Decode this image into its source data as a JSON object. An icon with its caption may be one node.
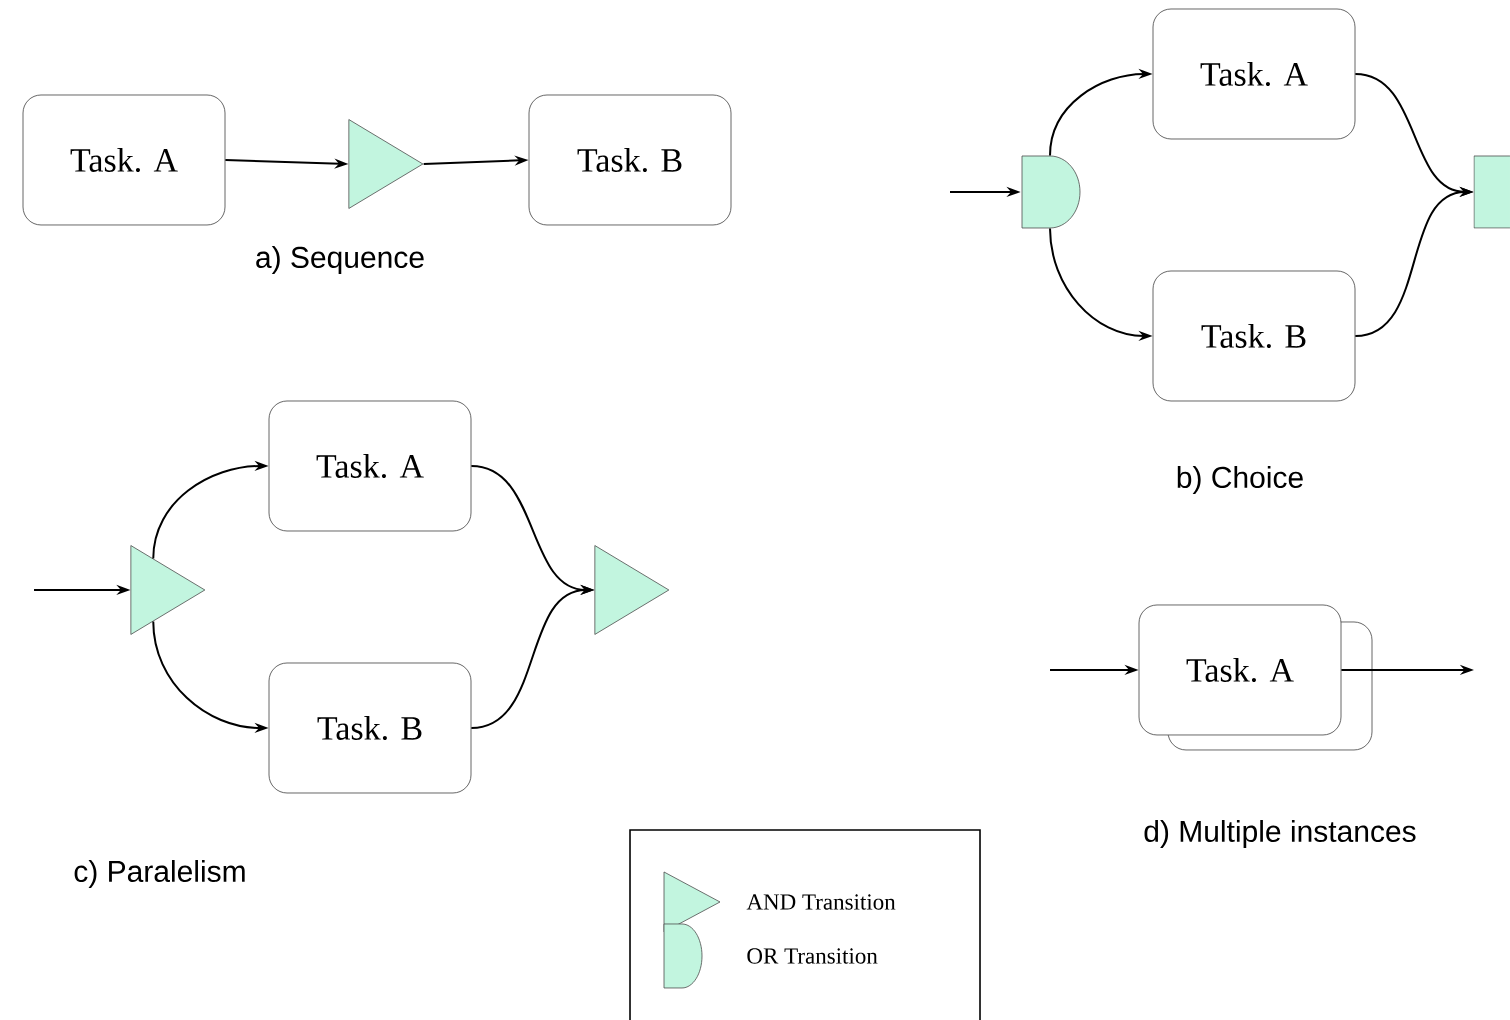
{
  "diagram": {
    "nodes": [
      {
        "text": [
          "Task. A"
        ]
      },
      {
        "text": [],
        "shape": "triangle"
      },
      {
        "text": [
          "Task. B"
        ]
      },
      {
        "text": [],
        "shape": "semicircle"
      },
      {
        "text": [
          "Task. A"
        ]
      },
      {
        "text": [
          "Task. B"
        ]
      },
      {
        "text": [],
        "shape": "semicircle"
      },
      {
        "text": [],
        "shape": "triangle"
      },
      {
        "text": [
          "Task. A"
        ]
      },
      {
        "text": [
          "Task. B"
        ]
      },
      {
        "text": [],
        "shape": "triangle"
      },
      {
        "text": [
          "Task. A"
        ]
      }
    ],
    "edges": [
      {
        "from": 0,
        "to": 1,
        "arrow": "to"
      },
      {
        "from": 1,
        "to": 2,
        "arrow": "to"
      },
      {
        "from": null,
        "to": 3,
        "arrow": "to"
      },
      {
        "from": 3,
        "to": 4,
        "arrow": "to"
      },
      {
        "from": 3,
        "to": 5,
        "arrow": "to"
      },
      {
        "from": 4,
        "to": 6,
        "arrow": "to"
      },
      {
        "from": 5,
        "to": 6,
        "arrow": "to"
      },
      {
        "from": null,
        "to": 7,
        "arrow": "to"
      },
      {
        "from": 7,
        "to": 8,
        "arrow": "to"
      },
      {
        "from": 7,
        "to": 9,
        "arrow": "to"
      },
      {
        "from": 8,
        "to": 10,
        "arrow": "to"
      },
      {
        "from": 9,
        "to": 10,
        "arrow": "to"
      },
      {
        "from": null,
        "to": 11,
        "arrow": "to"
      },
      {
        "from": 11,
        "to": null,
        "arrow": "to"
      }
    ],
    "labels": [
      "a) Sequence",
      "b) Choice",
      "c) Paralelism",
      "d) Multiple instances"
    ],
    "legend": [
      {
        "text": "AND Transition"
      },
      {
        "text": "OR Transition"
      }
    ]
  }
}
